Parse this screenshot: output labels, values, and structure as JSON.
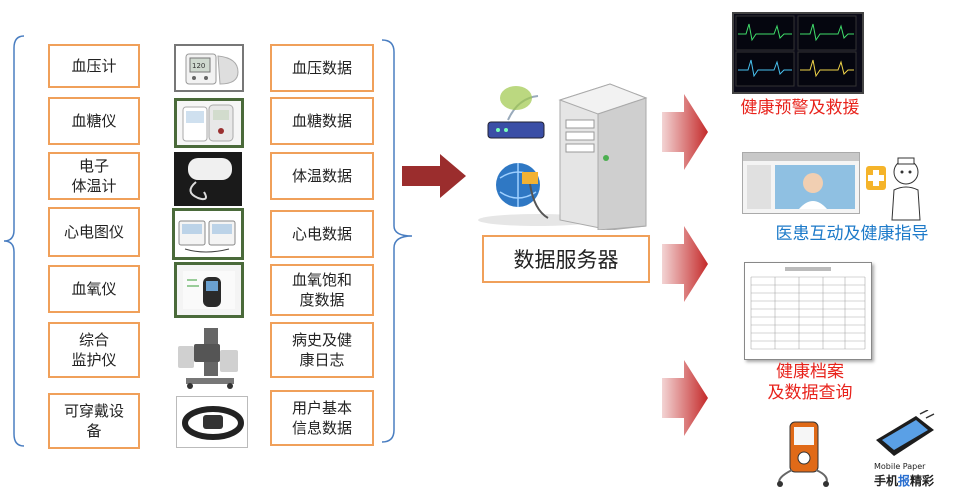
{
  "devices": [
    {
      "label": "血压计"
    },
    {
      "label": "血糖仪"
    },
    {
      "label": "电子\n体温计"
    },
    {
      "label": "心电图仪"
    },
    {
      "label": "血氧仪"
    },
    {
      "label": "综合\n监护仪"
    },
    {
      "label": "可穿戴设\n备"
    }
  ],
  "data_types": [
    {
      "label": "血压数据"
    },
    {
      "label": "血糖数据"
    },
    {
      "label": "体温数据"
    },
    {
      "label": "心电数据"
    },
    {
      "label": "血氧饱和\n度数据"
    },
    {
      "label": "病史及健\n康日志"
    },
    {
      "label": "用户基本\n信息数据"
    }
  ],
  "server": {
    "label": "数据服务器"
  },
  "outputs": [
    {
      "label": "健康预警及救援",
      "color": "#e8231c"
    },
    {
      "label": "医患互动及健康指导",
      "color": "#1d7ac9"
    },
    {
      "label": "健康档案\n及数据查询",
      "color": "#e8231c"
    }
  ],
  "mobile_paper": {
    "line1": "Mobile Paper",
    "line2a": "手机",
    "line2b": "报",
    "line2c": "精彩"
  },
  "colors": {
    "box_border": "#f0a05a",
    "arrow_red": "#9b2d2d",
    "bracket": "#4a7ec1",
    "highlight_red": "#e8231c",
    "highlight_blue": "#1d7ac9"
  }
}
